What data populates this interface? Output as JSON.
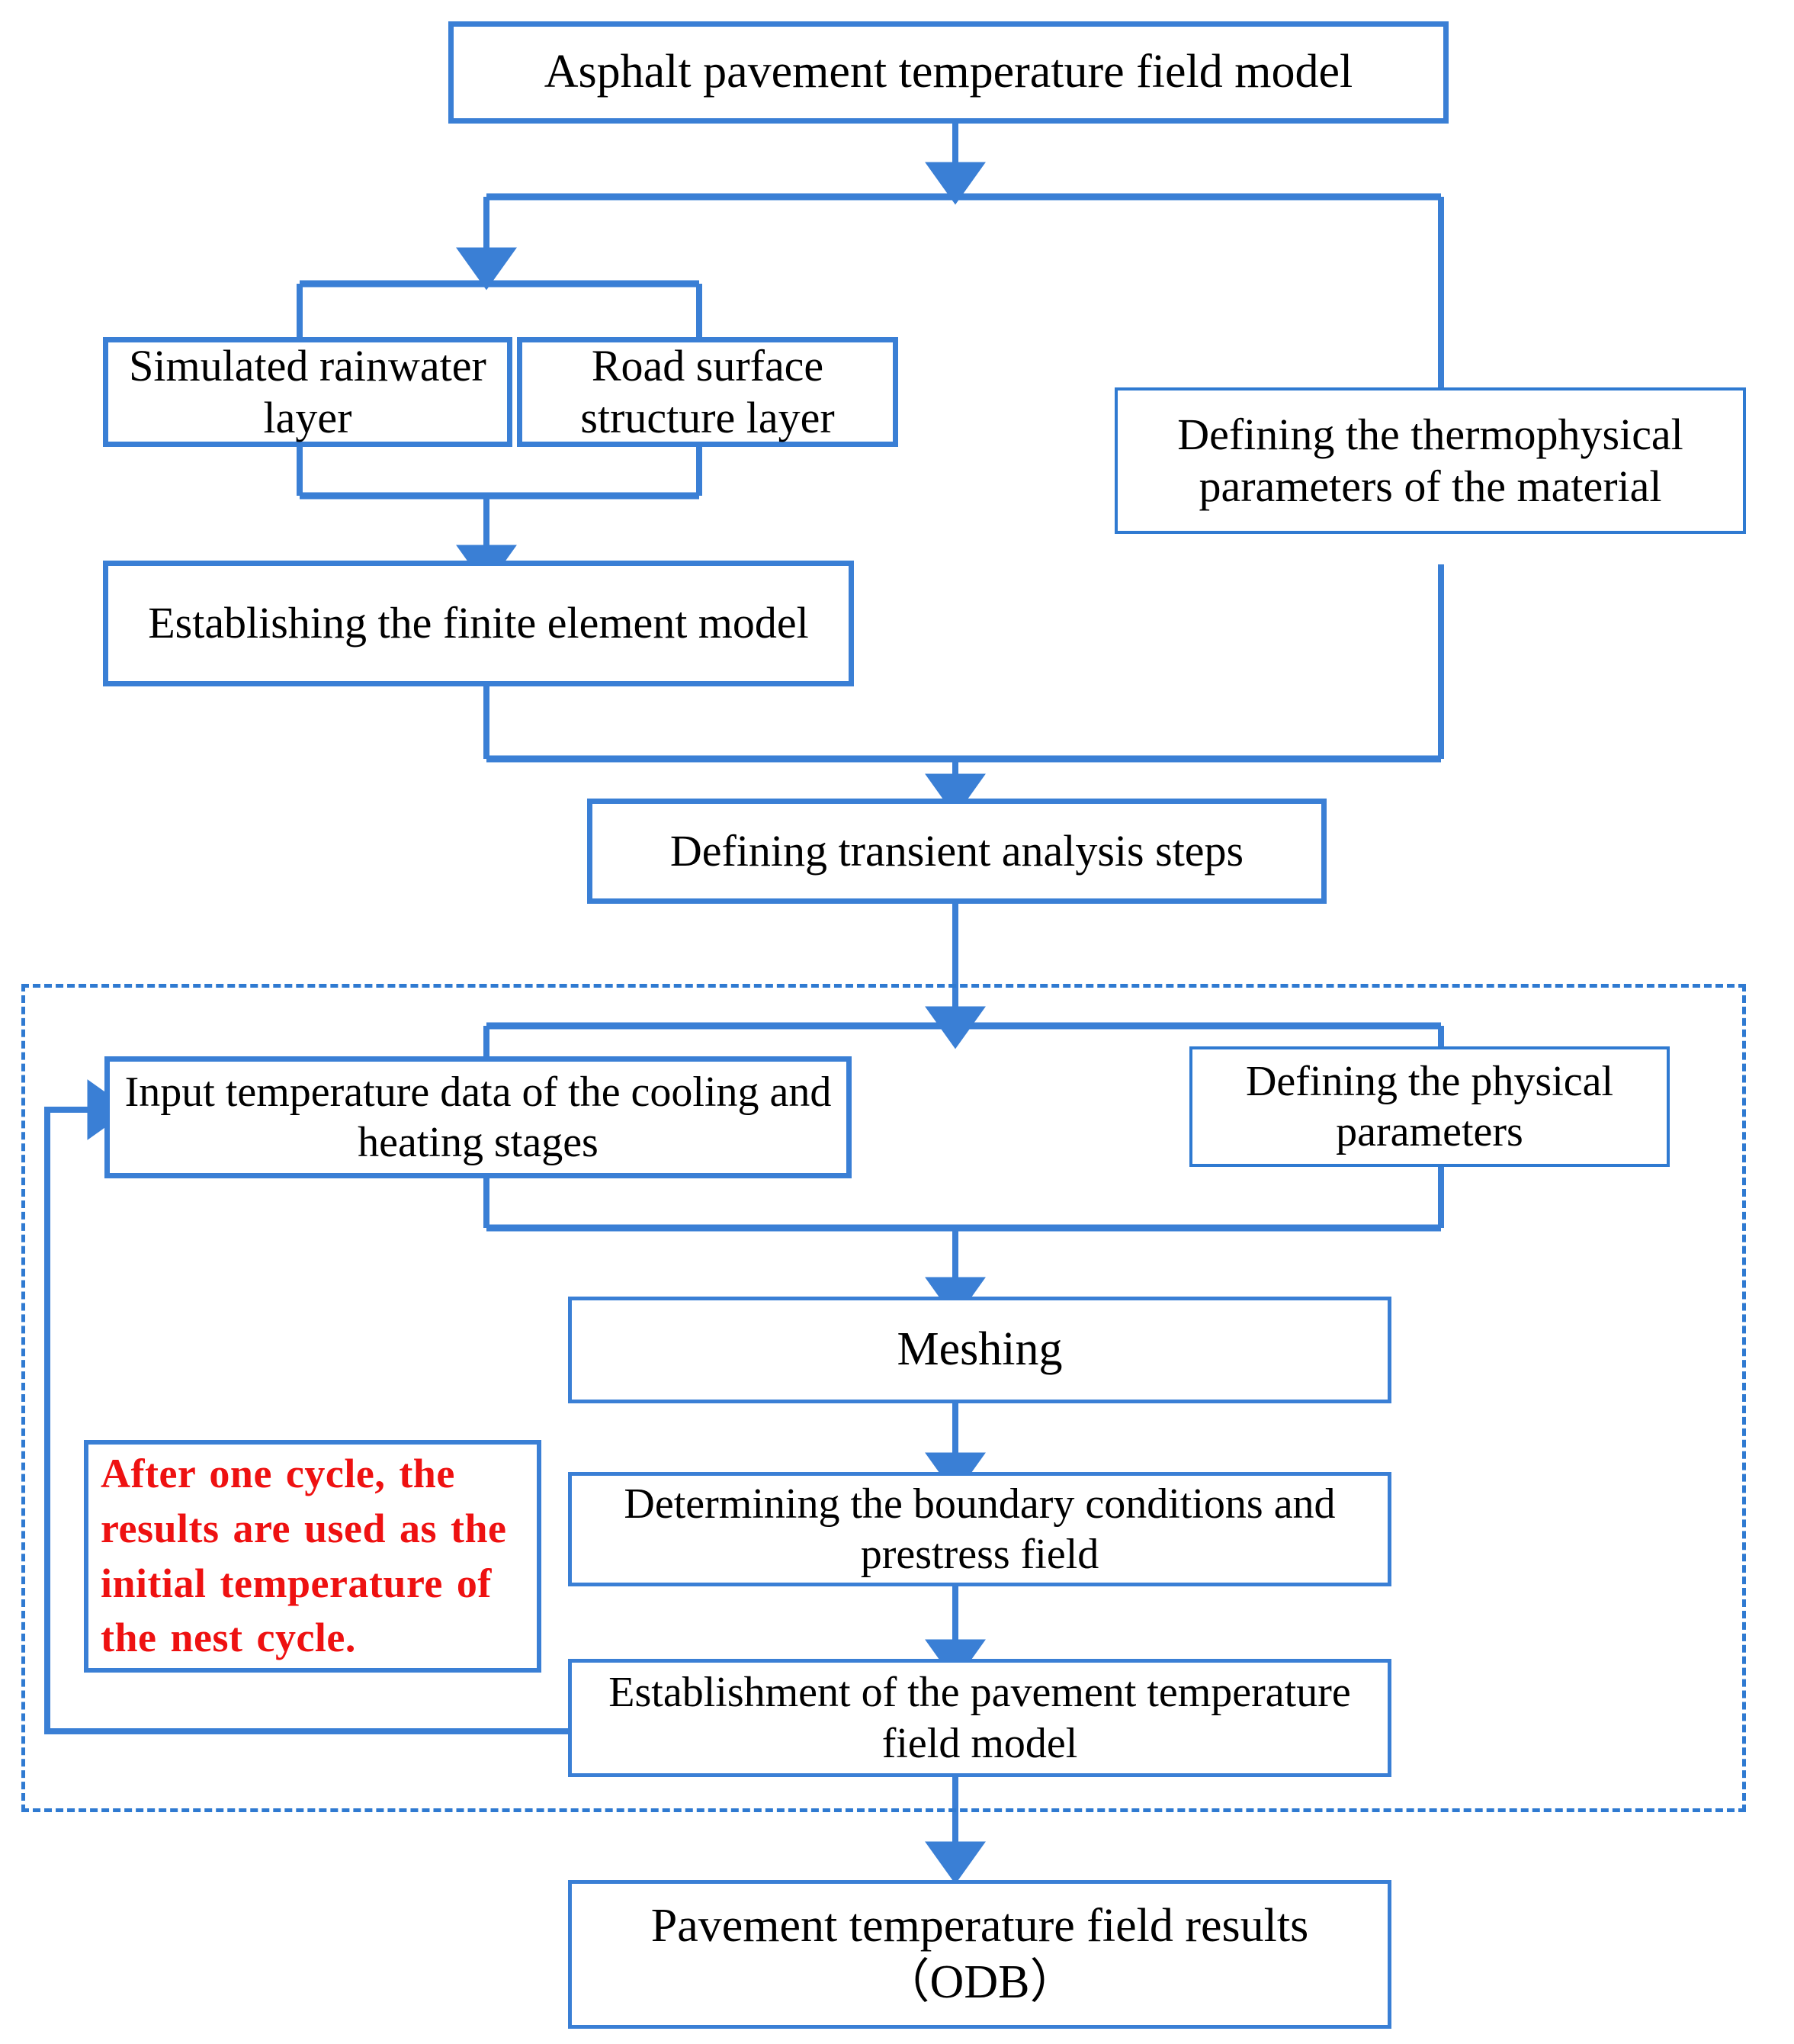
{
  "diagram": {
    "title": "Asphalt pavement temperature field model flowchart",
    "colors": {
      "line": "#3a7fd5",
      "box_border": "#2f7ad1",
      "note_text": "#ee1111",
      "text": "#000000",
      "background": "#ffffff"
    },
    "nodes": {
      "root_model": "Asphalt pavement temperature field model",
      "rainwater_layer": "Simulated rainwater layer",
      "road_structure_layer": "Road surface structure layer",
      "thermophysical_params": "Defining the thermophysical parameters of the material",
      "finite_element_model": "Establishing the finite element model",
      "transient_steps": "Defining transient analysis steps",
      "input_temperature": "Input temperature data of the cooling and heating stages",
      "physical_params": "Defining the physical parameters",
      "meshing": "Meshing",
      "boundary_conditions": "Determining the boundary conditions and prestress field",
      "pavement_field_model": "Establishment of the pavement temperature field model",
      "results_odb": "Pavement temperature field results （ODB）"
    },
    "note": {
      "cycle_note": "After one cycle, the results are used as the initial temperature of the nest cycle."
    },
    "region": {
      "loop_region_label": "iterative-cycle-region"
    }
  }
}
